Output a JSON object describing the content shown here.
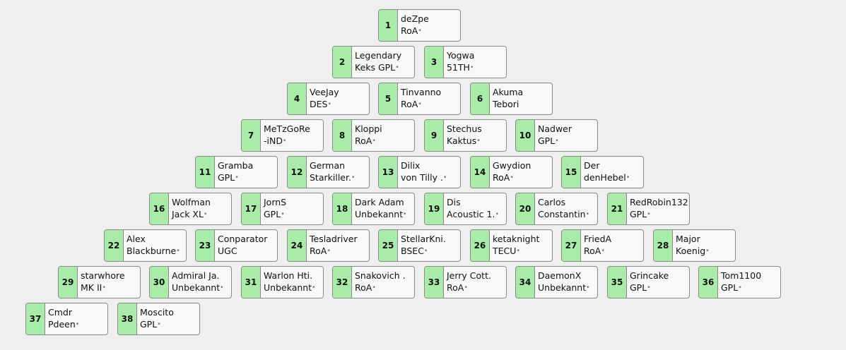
{
  "players": [
    {
      "rank": "1",
      "name": "deZpe",
      "team": "RoA",
      "mark": "*"
    },
    {
      "rank": "2",
      "name": "Legendary",
      "team": "Keks GPL",
      "mark": "*"
    },
    {
      "rank": "3",
      "name": "Yogwa",
      "team": "51TH",
      "mark": "*"
    },
    {
      "rank": "4",
      "name": "VeeJay",
      "team": "DES",
      "mark": "*"
    },
    {
      "rank": "5",
      "name": "Tinvanno",
      "team": "RoA",
      "mark": "*"
    },
    {
      "rank": "6",
      "name": "Akuma",
      "team": "Tebori",
      "mark": ""
    },
    {
      "rank": "7",
      "name": "MeTzGoRe",
      "team": "-iND",
      "mark": "*"
    },
    {
      "rank": "8",
      "name": "Kloppi",
      "team": "RoA",
      "mark": "*"
    },
    {
      "rank": "9",
      "name": "Stechus",
      "team": "Kaktus",
      "mark": "*"
    },
    {
      "rank": "10",
      "name": "Nadwer",
      "team": "GPL",
      "mark": "*"
    },
    {
      "rank": "11",
      "name": "Gramba",
      "team": "GPL",
      "mark": "*"
    },
    {
      "rank": "12",
      "name": "German",
      "team": "Starkiller.",
      "mark": "*"
    },
    {
      "rank": "13",
      "name": "Dilix",
      "team": "von Tilly .",
      "mark": "*"
    },
    {
      "rank": "14",
      "name": "Gwydion",
      "team": "RoA",
      "mark": "*"
    },
    {
      "rank": "15",
      "name": "Der",
      "team": "denHebel",
      "mark": "*"
    },
    {
      "rank": "16",
      "name": "Wolfman",
      "team": "Jack XL",
      "mark": "*"
    },
    {
      "rank": "17",
      "name": "JornS",
      "team": "GPL",
      "mark": "*"
    },
    {
      "rank": "18",
      "name": "Dark Adam",
      "team": "Unbekannt",
      "mark": "*"
    },
    {
      "rank": "19",
      "name": "Dis",
      "team": "Acoustic 1.",
      "mark": "*"
    },
    {
      "rank": "20",
      "name": "Carlos",
      "team": "Constantin",
      "mark": "*"
    },
    {
      "rank": "21",
      "name": "RedRobin132",
      "team": "GPL",
      "mark": "*"
    },
    {
      "rank": "22",
      "name": "Alex",
      "team": "Blackburne",
      "mark": "*"
    },
    {
      "rank": "23",
      "name": "Conparator",
      "team": "UGC",
      "mark": ""
    },
    {
      "rank": "24",
      "name": "Tesladriver",
      "team": "RoA",
      "mark": "*"
    },
    {
      "rank": "25",
      "name": "StellarKni.",
      "team": "BSEC",
      "mark": "*"
    },
    {
      "rank": "26",
      "name": "ketaknight",
      "team": "TECU",
      "mark": "*"
    },
    {
      "rank": "27",
      "name": "FriedA",
      "team": "RoA",
      "mark": "*"
    },
    {
      "rank": "28",
      "name": "Major",
      "team": "Koenig",
      "mark": "*"
    },
    {
      "rank": "29",
      "name": "starwhore",
      "team": "MK II",
      "mark": "*"
    },
    {
      "rank": "30",
      "name": "Admiral Ja.",
      "team": "Unbekannt",
      "mark": "*"
    },
    {
      "rank": "31",
      "name": "Warlon Hti.",
      "team": "Unbekannt",
      "mark": "*"
    },
    {
      "rank": "32",
      "name": "Snakovich .",
      "team": "RoA",
      "mark": "*"
    },
    {
      "rank": "33",
      "name": "Jerry Cott.",
      "team": "RoA",
      "mark": "*"
    },
    {
      "rank": "34",
      "name": "DaemonX",
      "team": "Unbekannt",
      "mark": "*"
    },
    {
      "rank": "35",
      "name": "Grincake",
      "team": "GPL",
      "mark": "*"
    },
    {
      "rank": "36",
      "name": "Tom1100",
      "team": "GPL",
      "mark": "*"
    },
    {
      "rank": "37",
      "name": "Cmdr",
      "team": "Pdeen",
      "mark": "*"
    },
    {
      "rank": "38",
      "name": "Moscito",
      "team": "GPL",
      "mark": "*"
    }
  ]
}
